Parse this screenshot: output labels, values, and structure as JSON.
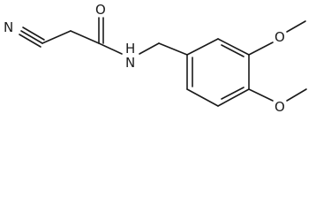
{
  "molecule": {
    "atoms": {
      "nitrile_n": "N",
      "carbonyl_o": "O",
      "amide_nh": "H",
      "amide_n": "N",
      "methoxy_o_top": "O",
      "methoxy_o_bottom": "O"
    }
  }
}
